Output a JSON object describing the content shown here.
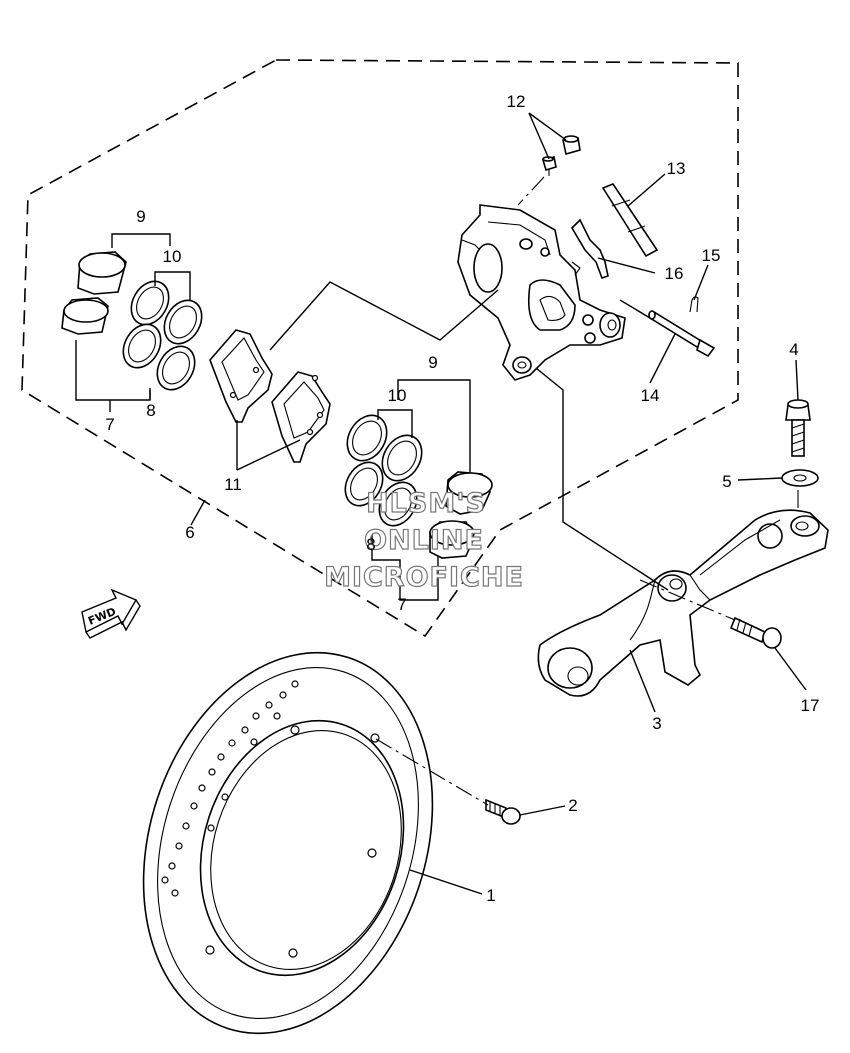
{
  "callouts": [
    "1",
    "2",
    "3",
    "4",
    "5",
    "6",
    "7",
    "8",
    "9",
    "10",
    "11",
    "12",
    "13",
    "14",
    "15",
    "16",
    "17"
  ],
  "callouts_dup": {
    "c7b": "7",
    "c8b": "8",
    "c9b": "9",
    "c10b": "10"
  },
  "watermark": {
    "line1": "HLSM'S",
    "line2": "ONLINE",
    "line3": "MICROFICHE"
  },
  "fwd_label": "FWD"
}
